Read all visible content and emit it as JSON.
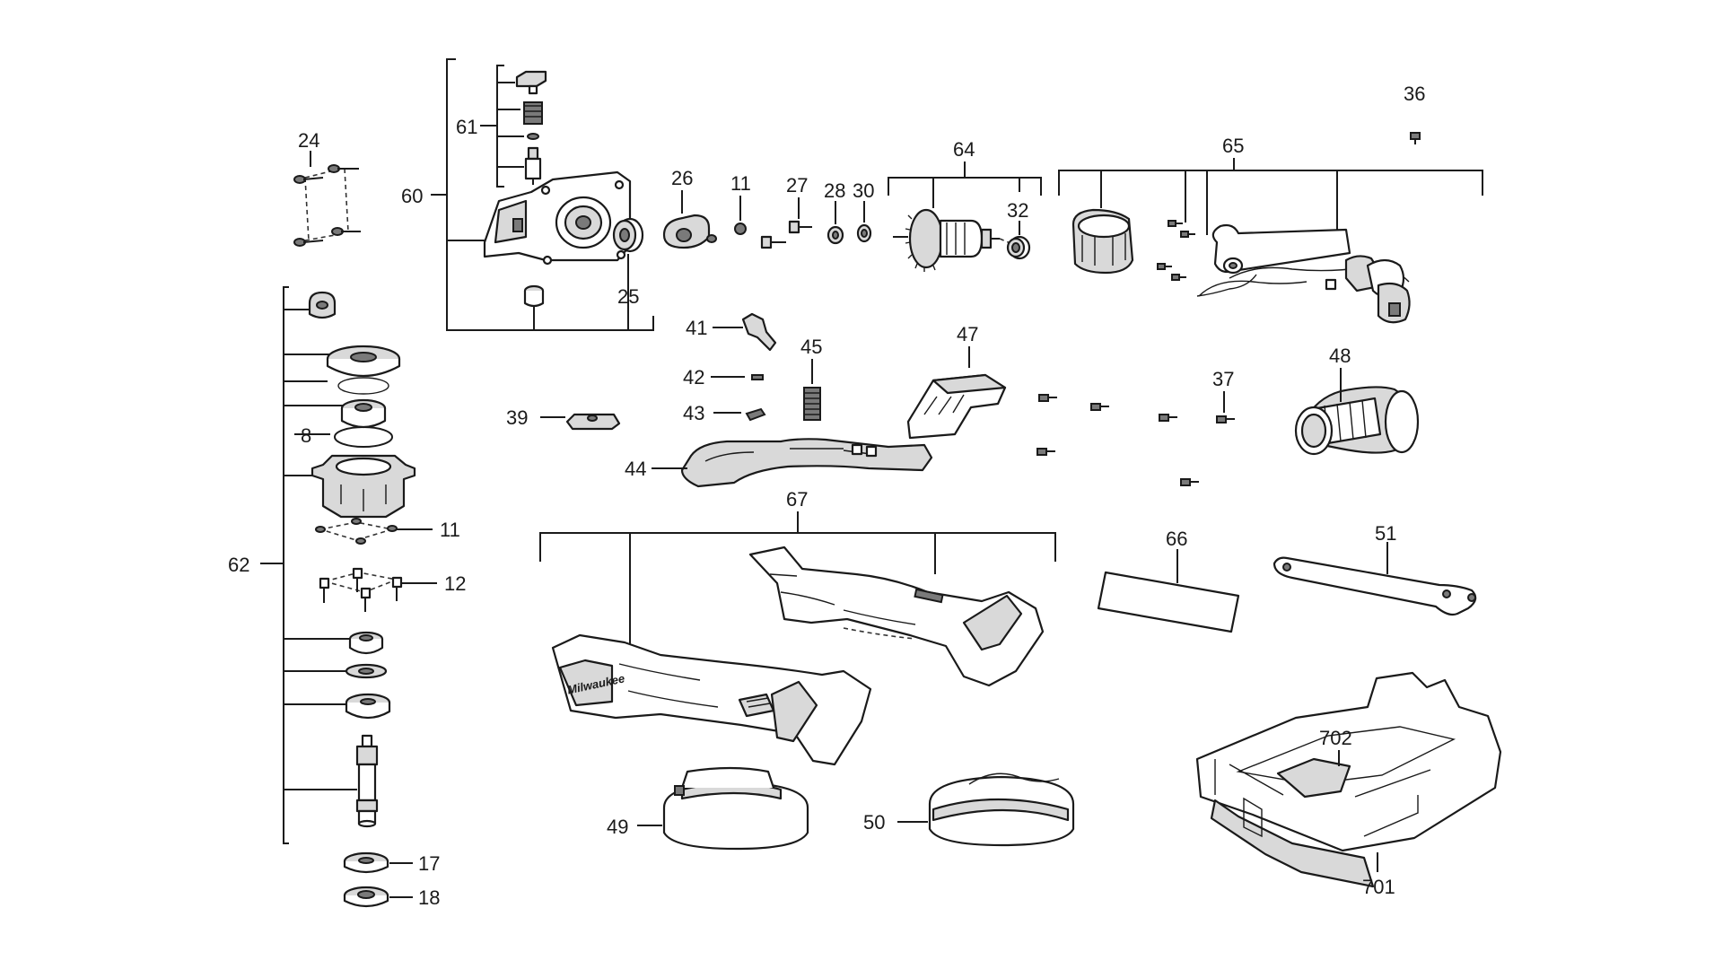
{
  "diagram": {
    "callouts": {
      "c8": "8",
      "c11a": "11",
      "c11b": "11",
      "c12": "12",
      "c17": "17",
      "c18": "18",
      "c24": "24",
      "c25": "25",
      "c26": "26",
      "c27": "27",
      "c28": "28",
      "c30": "30",
      "c32": "32",
      "c36": "36",
      "c37": "37",
      "c39": "39",
      "c41": "41",
      "c42": "42",
      "c43": "43",
      "c44": "44",
      "c45": "45",
      "c47": "47",
      "c48": "48",
      "c49": "49",
      "c50": "50",
      "c51": "51",
      "c60": "60",
      "c61": "61",
      "c62": "62",
      "c64": "64",
      "c65": "65",
      "c66": "66",
      "c67": "67",
      "c701": "701",
      "c702": "702"
    },
    "housing_brand": "Milwaukee"
  }
}
